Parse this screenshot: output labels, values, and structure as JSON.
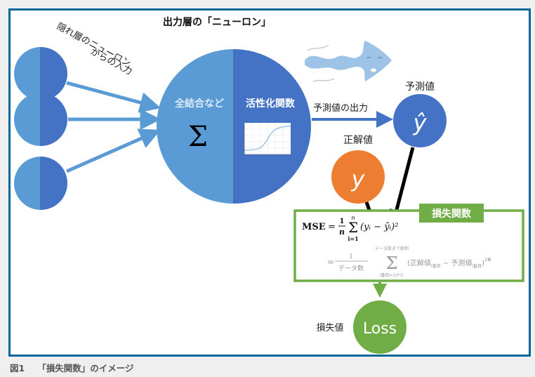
{
  "diagram": {
    "title": "出力層の「ニューロン」",
    "input_label_line1": "隠れ層のニューロン",
    "input_label_line2": "からの入力",
    "neuron_left_label": "全結合など",
    "neuron_left_symbol": "Σ",
    "neuron_right_label": "活性化関数",
    "output_arrow_label": "予測値の出力",
    "prediction_label": "予測値",
    "prediction_symbol": "ŷ",
    "truth_label": "正解値",
    "truth_symbol": "y",
    "loss_function_label": "損失関数",
    "formula_line1": {
      "lhs": "MSE",
      "eq": "=",
      "frac_num": "1",
      "frac_den": "n",
      "sum_upper": "n",
      "sum_lower": "i=1",
      "body": "(yᵢ − ŷᵢ)²"
    },
    "formula_line2": {
      "eq": "=",
      "frac_num": "1",
      "frac_den": "データ数",
      "sum_upper": "データ数まで総和",
      "sum_lower": "i番目=1から",
      "body_open": "(正解値",
      "sub1": "i番目",
      "minus": " − 予測値",
      "sub2": "i番目",
      "body_close": ")",
      "power": "2乗"
    },
    "loss_value_label": "損失値",
    "loss_symbol": "Loss",
    "colors": {
      "frame": "#03679a",
      "neuron_light": "#5b9bd5",
      "neuron_dark": "#4472c4",
      "prediction": "#4472c4",
      "truth": "#ed7d31",
      "loss": "#70ad47",
      "fish": "#9dc3e6"
    }
  },
  "caption": {
    "figure_number": "図1",
    "text": "「損失関数」のイメージ"
  }
}
